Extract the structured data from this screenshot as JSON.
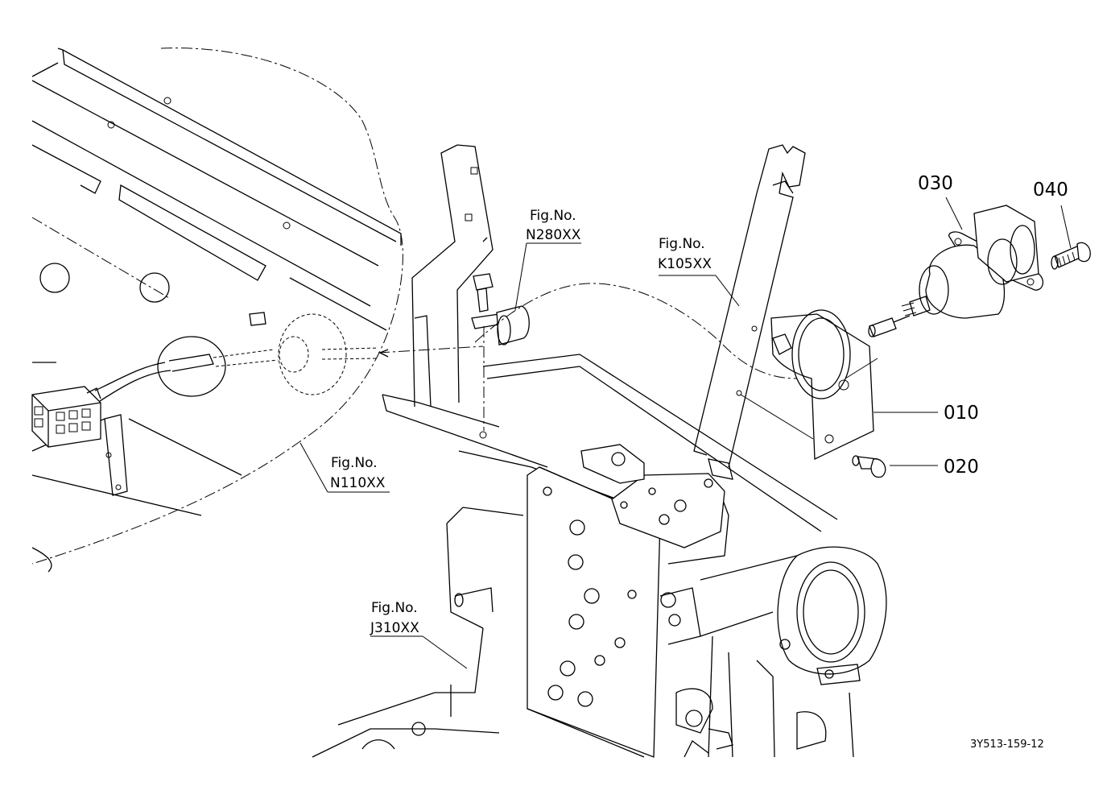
{
  "callouts": {
    "n280": {
      "fig": "Fig.No.",
      "code": "N280XX"
    },
    "k105": {
      "fig": "Fig.No.",
      "code": "K105XX"
    },
    "n110": {
      "fig": "Fig.No.",
      "code": "N110XX"
    },
    "j310": {
      "fig": "Fig.No.",
      "code": "J310XX"
    }
  },
  "parts": {
    "p010": "010",
    "p020": "020",
    "p030": "030",
    "p040": "040"
  },
  "drawing_code": "3Y513-159-12"
}
